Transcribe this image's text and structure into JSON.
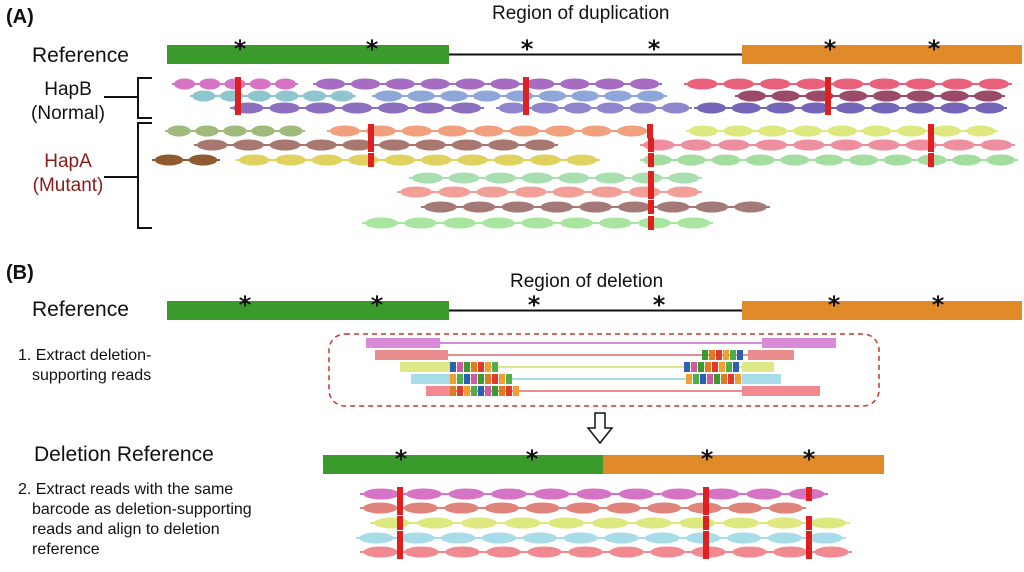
{
  "panel_a": {
    "label": "(A)",
    "region_title": "Region of duplication",
    "reference_label": "Reference",
    "hapB": {
      "line1": "HapB",
      "line2": "(Normal)"
    },
    "hapA": {
      "line1": "HapA",
      "line2": "(Mutant)"
    }
  },
  "panel_b": {
    "label": "(B)",
    "region_title": "Region of deletion",
    "reference_label": "Reference",
    "deletion_reference_label": "Deletion Reference",
    "step1": {
      "line1": "1. Extract deletion-",
      "line2": "supporting reads"
    },
    "step2": {
      "line1": "2. Extract reads with the same",
      "line2": "barcode as deletion-supporting",
      "line3": "reads and align to deletion",
      "line4": "reference"
    }
  },
  "colors": {
    "green_segment": "#3a9a2c",
    "orange_segment": "#e08a2a",
    "variant_mark": "#e02020",
    "dashed_box": "#c0392b",
    "hapA_text": "#8b1a1a"
  },
  "marker_symbol": "*"
}
